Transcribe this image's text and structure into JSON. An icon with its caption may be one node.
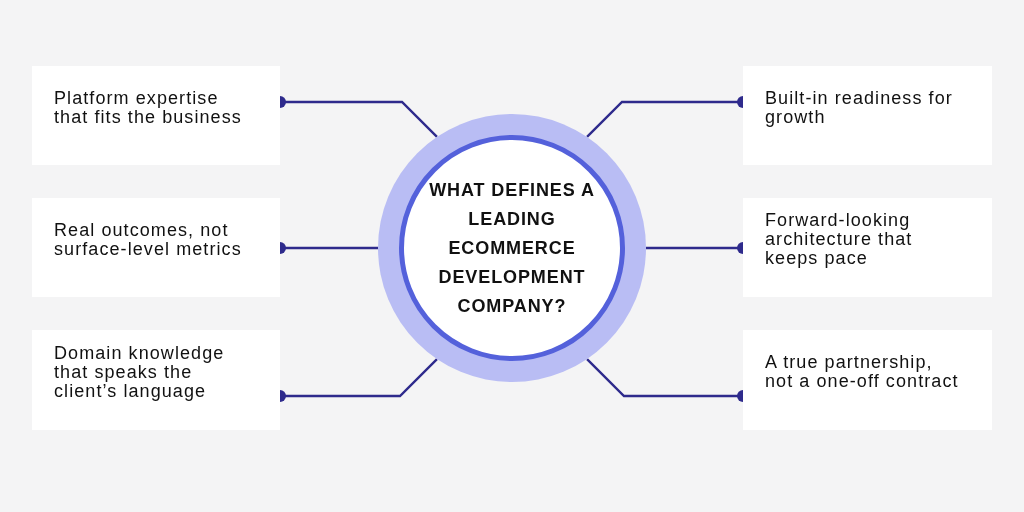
{
  "diagram": {
    "nodes": [
      {
        "text": [
          "WHAT DEFINES A LEADING ECOMMERCE DEVELOPMENT COMPANY?"
        ]
      },
      {
        "text": [
          "Platform expertise that fits the business"
        ]
      },
      {
        "text": [
          "Real outcomes, not surface-level metrics"
        ]
      },
      {
        "text": [
          "Domain knowledge that speaks the client’s language"
        ]
      },
      {
        "text": [
          "Built-in readiness for growth"
        ]
      },
      {
        "text": [
          "Forward-looking architecture that keeps pace"
        ]
      },
      {
        "text": [
          "A true partnership, not a one-off contract"
        ]
      }
    ],
    "edges": [
      {
        "from": 0,
        "to": 1,
        "arrow": "other"
      },
      {
        "from": 0,
        "to": 2,
        "arrow": "other"
      },
      {
        "from": 0,
        "to": 3,
        "arrow": "other"
      },
      {
        "from": 0,
        "to": 4,
        "arrow": "other"
      },
      {
        "from": 0,
        "to": 5,
        "arrow": "other"
      },
      {
        "from": 0,
        "to": 6,
        "arrow": "other"
      }
    ]
  }
}
